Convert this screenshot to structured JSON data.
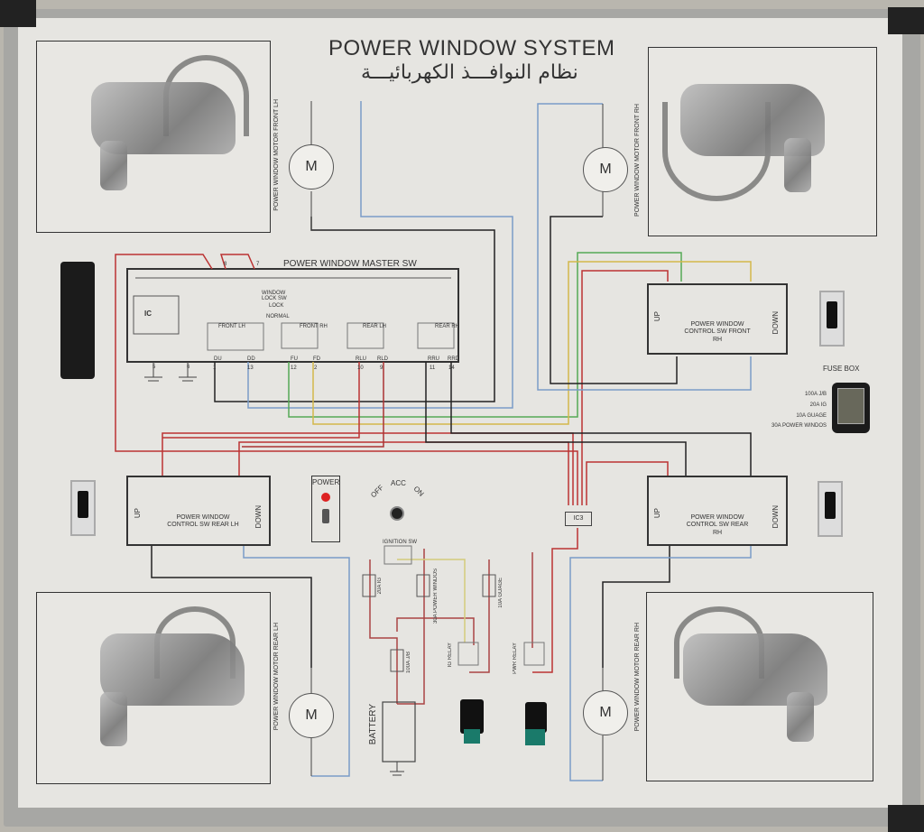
{
  "title": "POWER WINDOW SYSTEM",
  "title_arabic": "نظام النوافـــذ الكهربائيـــة",
  "motors": {
    "front_lh": "POWER WINDOW MOTOR FRONT LH",
    "front_rh": "POWER WINDOW MOTOR FRONT RH",
    "rear_lh": "POWER WINDOW MOTOR REAR LH",
    "rear_rh": "POWER WINDOW MOTOR REAR RH",
    "symbol": "M"
  },
  "master_sw": {
    "title": "POWER WINDOW MASTER SW",
    "ic": "IC",
    "lock_sw": "WINDOW LOCK SW",
    "lock": "LOCK",
    "normal": "NORMAL",
    "sub": [
      "FRONT LH",
      "FRONT RH",
      "REAR LH",
      "REAR RH"
    ],
    "top_pins": [
      "8",
      "7"
    ],
    "ground_pins": [
      "5",
      "6"
    ],
    "pins": [
      {
        "label": "DU",
        "num": "1"
      },
      {
        "label": "DD",
        "num": "13"
      },
      {
        "label": "FU",
        "num": "12"
      },
      {
        "label": "FD",
        "num": "2"
      },
      {
        "label": "RLU",
        "num": "10"
      },
      {
        "label": "RLD",
        "num": "9"
      },
      {
        "label": "RRU",
        "num": "11"
      },
      {
        "label": "RRD",
        "num": "14"
      }
    ]
  },
  "control_sw": {
    "front_rh": "POWER WINDOW CONTROL SW FRONT RH",
    "rear_lh": "POWER WINDOW CONTROL SW REAR LH",
    "rear_rh": "POWER WINDOW CONTROL SW REAR RH",
    "up": "UP",
    "down": "DOWN"
  },
  "power": {
    "label": "POWER"
  },
  "ignition": {
    "off": "OFF",
    "acc": "ACC",
    "on": "ON",
    "sw": "IGNITION SW"
  },
  "ic3": "IC3",
  "fuses": {
    "ig": "20A IG",
    "pw": "30A POWER WINDOS",
    "gauge": "10A GUAGE",
    "jb": "100A J/B"
  },
  "relays": {
    "ig": "IG RELAY",
    "pwr": "PWR RELAY"
  },
  "battery": "BATTERY",
  "fuse_box": {
    "title": "FUSE BOX",
    "items": [
      "100A J/B",
      "20A IG",
      "10A GUAGE",
      "30A POWER WINDOS"
    ]
  }
}
